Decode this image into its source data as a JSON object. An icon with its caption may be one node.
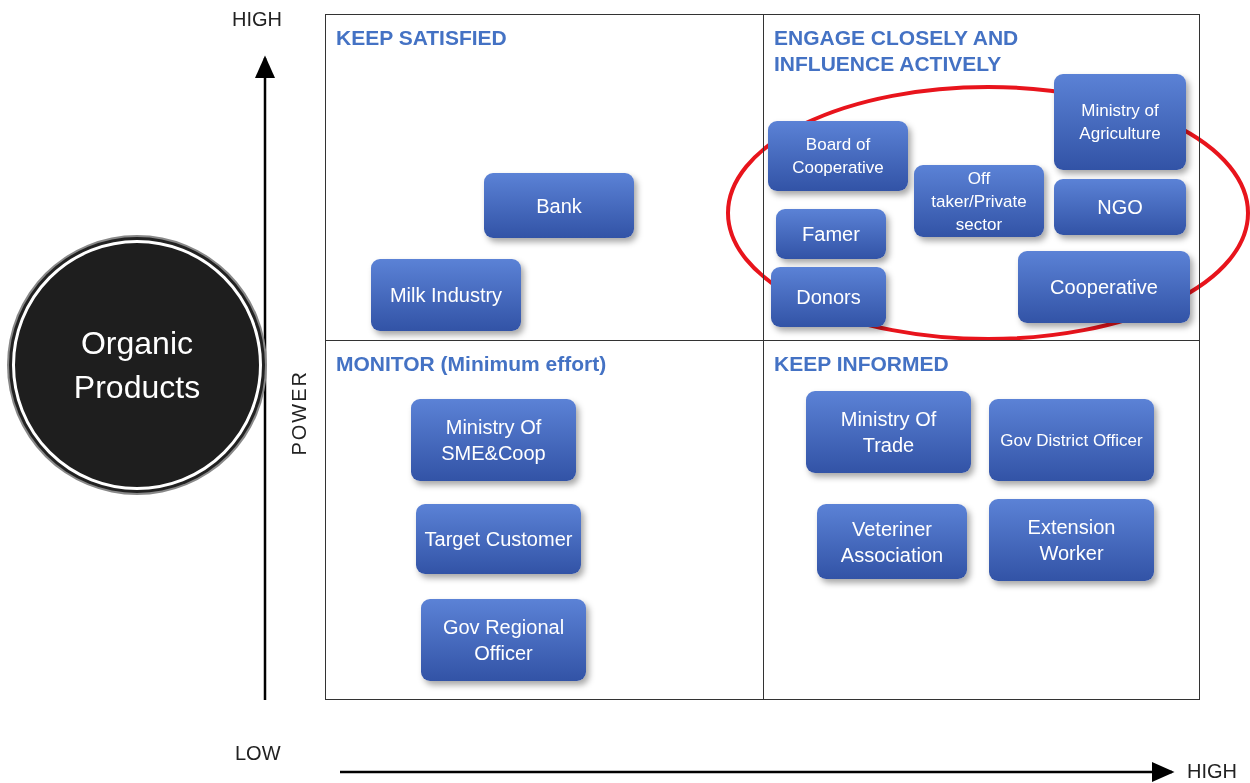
{
  "diagram": {
    "nodes": [
      {
        "text": [
          "Organic Products"
        ]
      },
      {
        "text": [
          "KEEP SATISFIED"
        ]
      },
      {
        "text": [
          "Bank"
        ],
        "in": 1
      },
      {
        "text": [
          "Milk Industry"
        ],
        "in": 1
      },
      {
        "text": [
          "ENGAGE CLOSELY AND INFLUENCE ACTIVELY"
        ]
      },
      {
        "text": [
          "Ministry of Agriculture"
        ],
        "in": 4
      },
      {
        "text": [
          "Board of Cooperative"
        ],
        "in": 4
      },
      {
        "text": [
          "NGO"
        ],
        "in": 4
      },
      {
        "text": [
          "Famer"
        ],
        "in": 4
      },
      {
        "text": [
          "Off taker/Private sector"
        ],
        "in": 4
      },
      {
        "text": [
          "Donors"
        ],
        "in": 4
      },
      {
        "text": [
          "Cooperative"
        ],
        "in": 4
      },
      {
        "text": [
          "MONITOR (Minimum effort)"
        ]
      },
      {
        "text": [
          "Ministry Of SME&Coop"
        ],
        "in": 12
      },
      {
        "text": [
          "Target Customer"
        ],
        "in": 12
      },
      {
        "text": [
          "Gov Regional Officer"
        ],
        "in": 12
      },
      {
        "text": [
          "KEEP INFORMED"
        ]
      },
      {
        "text": [
          "Ministry Of Trade"
        ],
        "in": 16
      },
      {
        "text": [
          "Gov District Officer"
        ],
        "in": 16
      },
      {
        "text": [
          "Veteriner Association"
        ],
        "in": 16
      },
      {
        "text": [
          "Extension Worker"
        ],
        "in": 16
      }
    ],
    "labels": [
      "HIGH",
      "POWER",
      "LOW",
      "HIGH"
    ]
  }
}
